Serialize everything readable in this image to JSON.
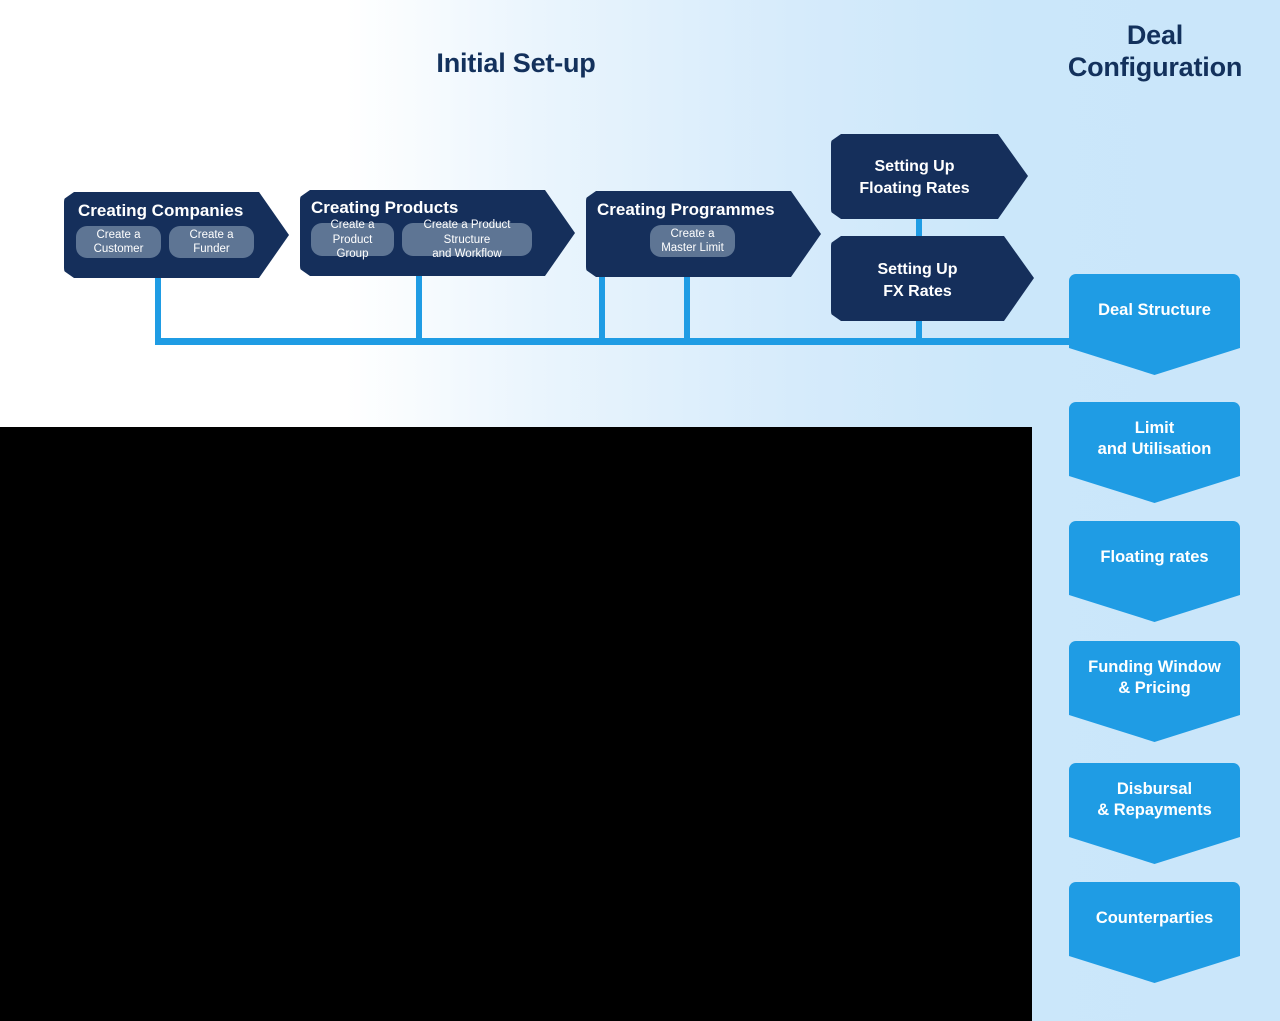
{
  "theme": {
    "dark_navy": "#152f5b",
    "accent_blue": "#1f9ce4",
    "pill_slate": "#5e7594",
    "heading_navy": "#13315c",
    "text_white": "#ffffff",
    "background_left": "#ffffff",
    "background_right": "#cae6fa",
    "overlay_black": "#000000"
  },
  "headings": {
    "initial_setup": "Initial Set-up",
    "deal_configuration": "Deal\nConfiguration"
  },
  "stages": [
    {
      "id": "creating-companies",
      "label": "Creating Companies",
      "sub_steps": [
        {
          "label": "Create a\nCustomer"
        },
        {
          "label": "Create a\nFunder"
        }
      ]
    },
    {
      "id": "creating-products",
      "label": "Creating Products",
      "sub_steps": [
        {
          "label": "Create a\nProduct Group"
        },
        {
          "label": "Create a Product Structure\nand Workflow"
        }
      ]
    },
    {
      "id": "creating-programmes",
      "label": "Creating Programmes",
      "sub_steps": [
        {
          "label": "Create a\nMaster Limit"
        }
      ]
    },
    {
      "id": "setting-up-floating-rates",
      "label": "Setting Up\nFloating Rates",
      "sub_steps": []
    },
    {
      "id": "setting-up-fx-rates",
      "label": "Setting Up\nFX Rates",
      "sub_steps": []
    }
  ],
  "deal_configuration_items": [
    {
      "id": "deal-structure",
      "label": "Deal Structure"
    },
    {
      "id": "limit-and-utilisation",
      "label": "Limit\nand Utilisation"
    },
    {
      "id": "floating-rates",
      "label": "Floating rates"
    },
    {
      "id": "funding-window-pricing",
      "label": "Funding Window\n& Pricing"
    },
    {
      "id": "disbursal-repayments",
      "label": "Disbursal\n& Repayments"
    },
    {
      "id": "counterparties",
      "label": "Counterparties"
    }
  ]
}
